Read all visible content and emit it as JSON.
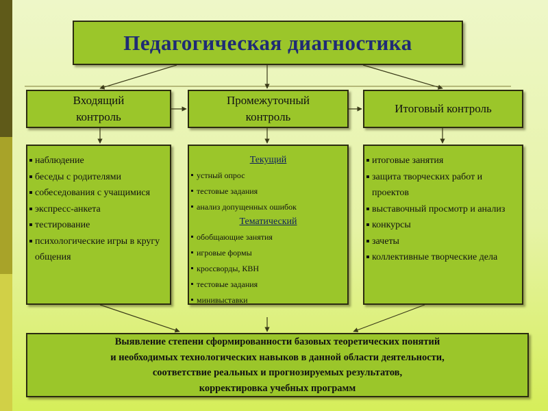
{
  "title": "Педагогическая диагностика",
  "columns": [
    {
      "header": [
        "Входящий",
        "контроль"
      ],
      "items": [
        "наблюдение",
        "беседы с родителями",
        "собеседования с учащимися",
        "экспресс-анкета",
        "тестирование",
        "психологические игры в кругу общения"
      ]
    },
    {
      "header": [
        "Промежуточный",
        "контроль"
      ],
      "groups": [
        {
          "heading": "Текущий",
          "items": [
            "устный опрос",
            "тестовые задания",
            "анализ допущенных ошибок"
          ]
        },
        {
          "heading": "Тематический",
          "items": [
            "обобщающие занятия",
            "игровые формы",
            "кроссворды, КВН",
            "тестовые задания",
            "минивыставки"
          ]
        }
      ]
    },
    {
      "header": [
        "Итоговый контроль"
      ],
      "items": [
        "итоговые занятия",
        "защита творческих работ и проектов",
        "выставочный просмотр и анализ",
        "конкурсы",
        "зачеты",
        "коллективные творческие дела"
      ]
    }
  ],
  "bottom_lines": [
    "Выявление степени сформированности базовых теоретических понятий",
    "и необходимых технологических навыков в данной области деятельности,",
    "соответствие реальных и прогнозируемых результатов,",
    "корректировка учебных программ"
  ],
  "colors": {
    "box_fill": "#9bc62a",
    "title_text": "#1f2b75",
    "stripe_dark": "#5f5a19",
    "stripe_mid": "#a8a329",
    "stripe_light": "#d1d047"
  }
}
